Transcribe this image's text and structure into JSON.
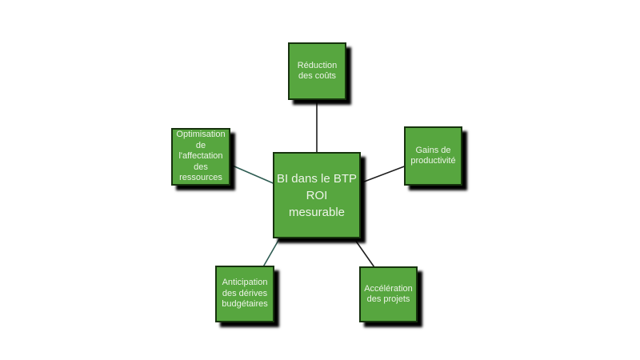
{
  "colors": {
    "canvas_bg": "#ffffff",
    "box_fill": "#57a63f",
    "box_border": "#17330e",
    "shadow": "#000000",
    "text": "#edf4e8",
    "line_dark": "#1f1f1f",
    "line_teal": "#2e5c52"
  },
  "center": {
    "label": "BI dans le BTP ROI mesurable",
    "lines": [
      "BI dans le BTP",
      "ROI",
      "mesurable"
    ]
  },
  "nodes": [
    {
      "id": "reduction-des-couts",
      "label": "Réduction des coûts",
      "lines": [
        "Réduction",
        "des coûts"
      ]
    },
    {
      "id": "gains-de-productivite",
      "label": "Gains de productivité",
      "lines": [
        "Gains de",
        "productivité"
      ]
    },
    {
      "id": "optimisation-affectation-ressources",
      "label": "Optimisation de l'affectation des ressources",
      "lines": [
        "Optimisation",
        "de",
        "l'affectation",
        "des",
        "ressources"
      ]
    },
    {
      "id": "anticipation-derives-budgetaires",
      "label": "Anticipation des dérives budgétaires",
      "lines": [
        "Anticipation",
        "des dérives",
        "budgétaires"
      ]
    },
    {
      "id": "acceleration-des-projets",
      "label": "Accélération des projets",
      "lines": [
        "Accélération",
        "des projets"
      ]
    }
  ]
}
